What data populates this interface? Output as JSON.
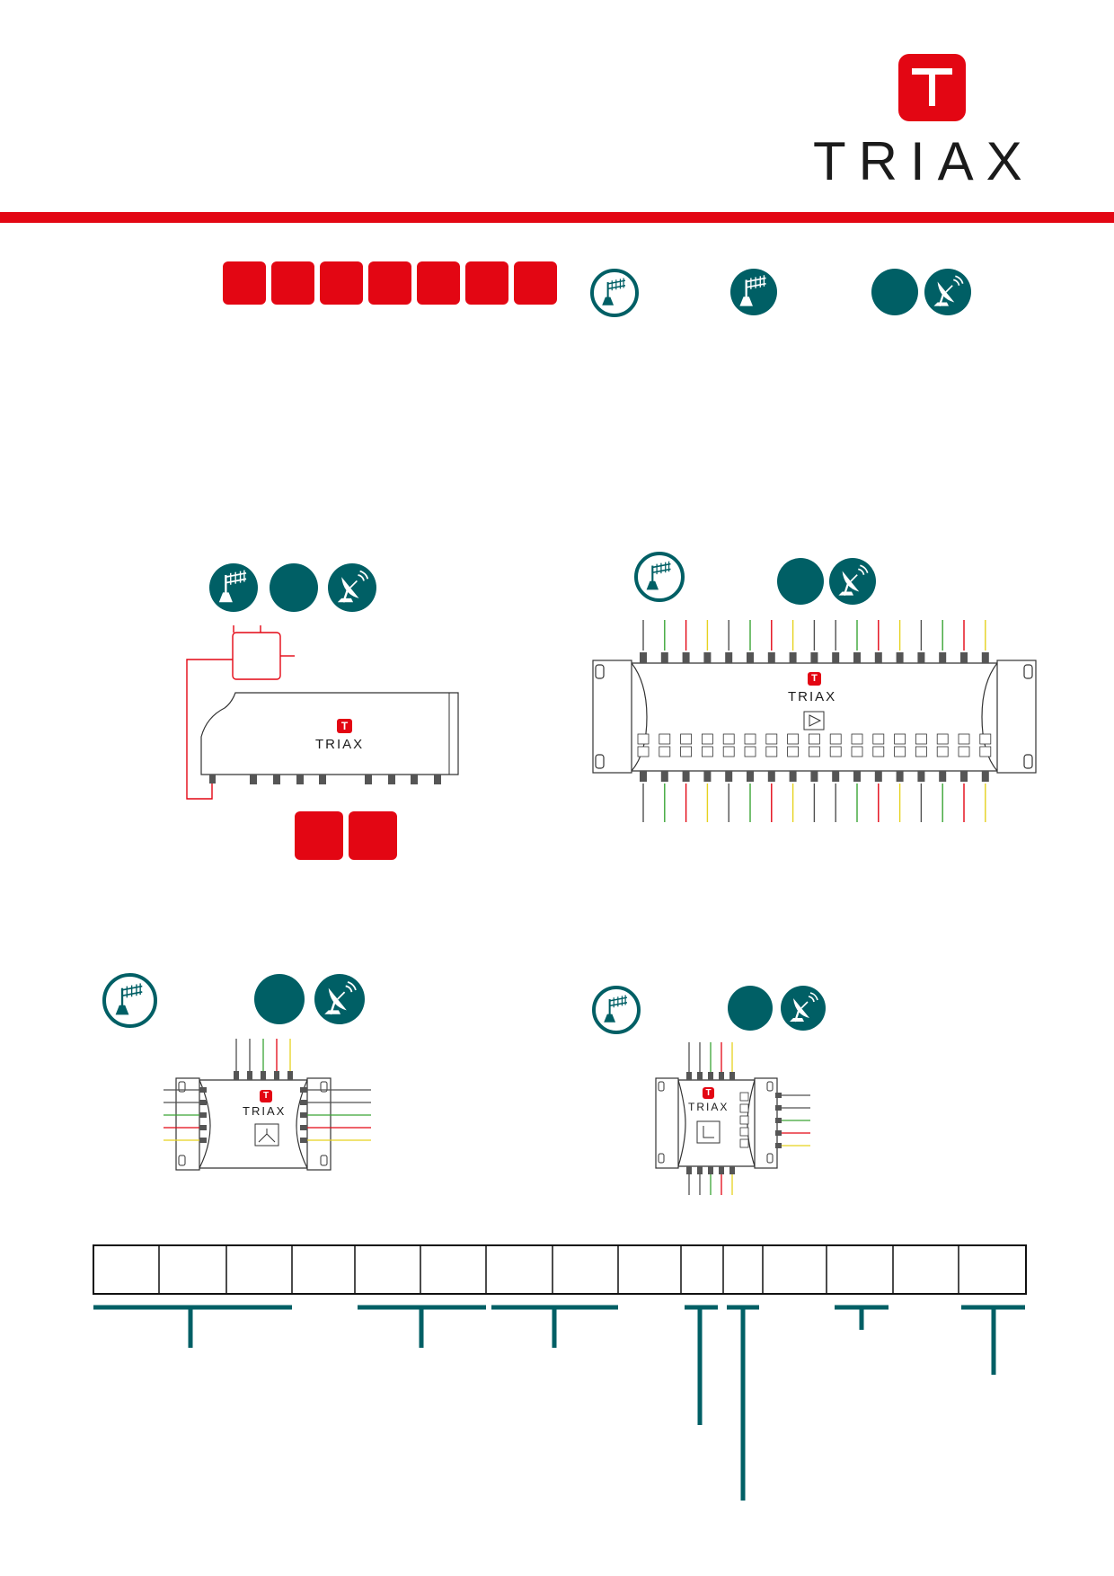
{
  "brand": {
    "logo_letter": "T",
    "name": "TRIAX",
    "red": "#e30613",
    "teal": "#005f65"
  },
  "header_icons": [
    "terrestrial-antenna-icon",
    "terrestrial-antenna-icon",
    "satellite-dish-icon"
  ],
  "devices": [
    {
      "name": "TRIAX",
      "logo_letter": "T",
      "kind": "amplifier-housing"
    },
    {
      "name": "TRIAX",
      "logo_letter": "T",
      "kind": "multiswitch-17-amplifier"
    },
    {
      "name": "TRIAX",
      "logo_letter": "T",
      "kind": "splitter-5"
    },
    {
      "name": "TRIAX",
      "logo_letter": "T",
      "kind": "multiswitch-5"
    }
  ],
  "cable_colors": [
    "#505050",
    "#3aa535",
    "#e30613",
    "#e6d21e"
  ],
  "table": {
    "columns": 15
  }
}
